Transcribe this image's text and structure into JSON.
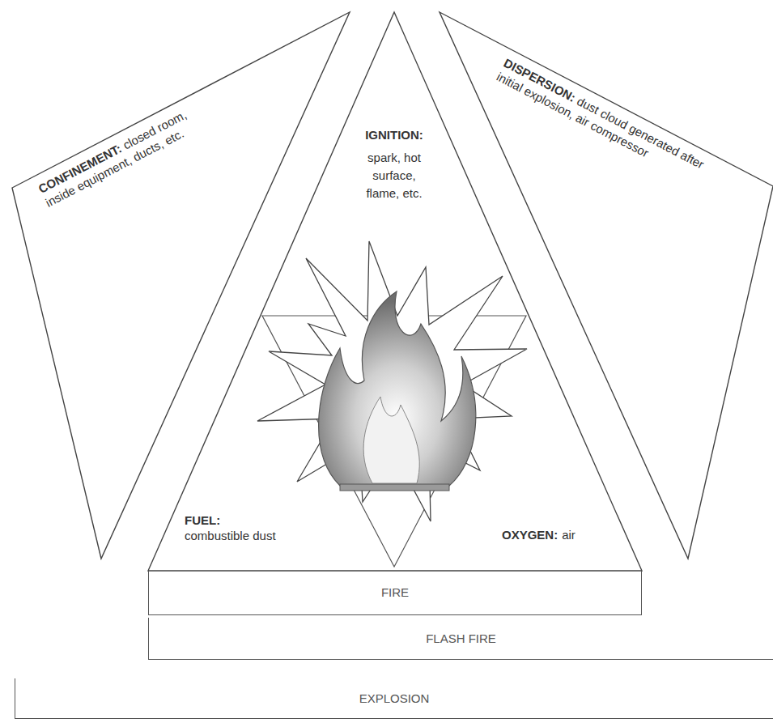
{
  "diagram": {
    "nodes": [
      {
        "text": [
          "CONFINEMENT:",
          "closed room, inside equipment, ducts, etc."
        ]
      },
      {
        "text": [
          "IGNITION:",
          "spark, hot surface, flame, etc.",
          "FUEL:",
          "combustible dust",
          "OXYGEN:",
          "air"
        ]
      },
      {
        "text": [
          "DISPERSION:",
          "dust cloud generated after initial explosion, air compressor"
        ]
      },
      {
        "text": [
          "FIRE"
        ]
      },
      {
        "text": [
          "FLASH FIRE"
        ]
      },
      {
        "text": [
          "EXPLOSION"
        ]
      }
    ]
  }
}
